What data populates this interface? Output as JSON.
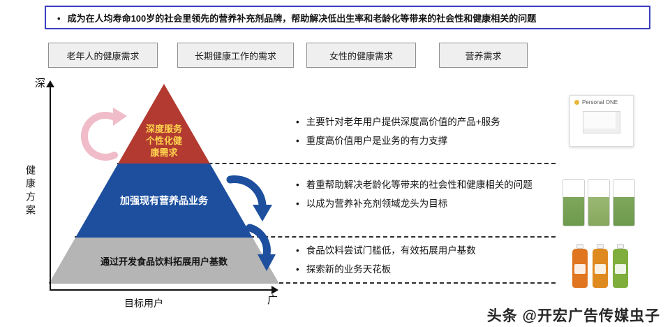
{
  "banner": {
    "text": "成为在人均寿命100岁的社会里领先的营养补充剂品牌，帮助解决低出生率和老龄化等带来的社会性和健康相关的问题",
    "border_color": "#3a3fc1"
  },
  "demand_boxes": [
    {
      "label": "老年人的健康需求"
    },
    {
      "label": "长期健康工作的需求"
    },
    {
      "label": "女性的健康需求"
    },
    {
      "label": "营养需求"
    }
  ],
  "axes": {
    "y_top_label": "深",
    "y_axis_label": "健康方案",
    "x_axis_label": "目标用户",
    "x_end_label": "广"
  },
  "pyramid": {
    "layers": [
      {
        "label": "深度服务\n个性化健\n康需求",
        "color": "#b23a30",
        "text_color": "#ffd34d"
      },
      {
        "label": "加强现有营养品业务",
        "color": "#1d4f9e",
        "text_color": "#ffffff"
      },
      {
        "label": "通过开发食品饮料拓展用户基数",
        "color": "#b5b5b5",
        "text_color": "#121212"
      }
    ],
    "arrow_colors": {
      "left_arrow": "#f0bcc9",
      "right_arrows": "#1d4f9e"
    }
  },
  "bullets": {
    "top": [
      "主要针对老年用户提供深度高价值的产品+服务",
      "重度高价值用户是业务的有力支撑"
    ],
    "middle": [
      "着重帮助解决老龄化等带来的社会性和健康相关的问题",
      "以成为营养补充剂领域龙头为目标"
    ],
    "bottom": [
      "食品饮料尝试门槛低，有效拓展用户基数",
      "探索新的业务天花板"
    ]
  },
  "products": {
    "top_card_label": "Personal ONE"
  },
  "watermark": {
    "text": "头条 @开宏广告传媒虫子"
  }
}
